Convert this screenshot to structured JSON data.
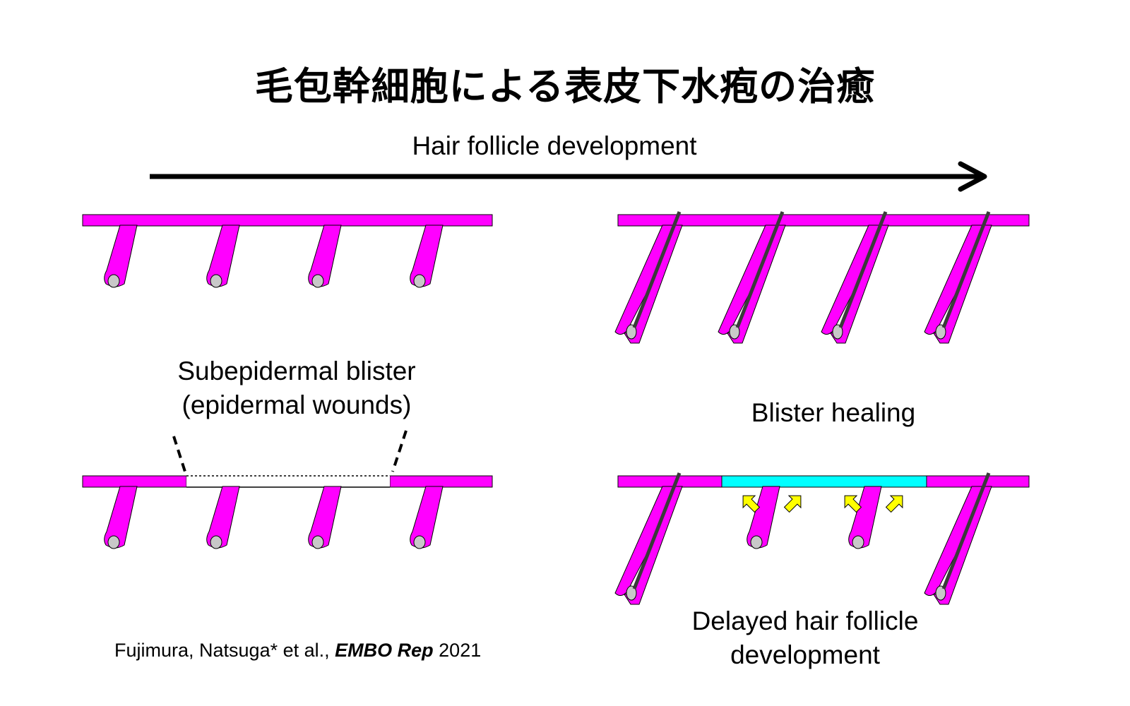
{
  "title": "毛包幹細胞による表皮下水疱の治癒",
  "arrow_label": "Hair follicle development",
  "blister_label_line1": "Subepidermal blister",
  "blister_label_line2": "(epidermal wounds)",
  "healing_label": "Blister healing",
  "delayed_label_line1": "Delayed hair follicle",
  "delayed_label_line2": "development",
  "citation": {
    "authors": "Fujimura, Natsuga* et al., ",
    "journal": "EMBO Rep",
    "year": " 2021"
  },
  "colors": {
    "epidermis": "#ff00ff",
    "healed_epidermis": "#00ffff",
    "papilla": "#c8c8c8",
    "hair_shaft": "#3a3a3a",
    "migration_arrow": "#ffff00"
  }
}
